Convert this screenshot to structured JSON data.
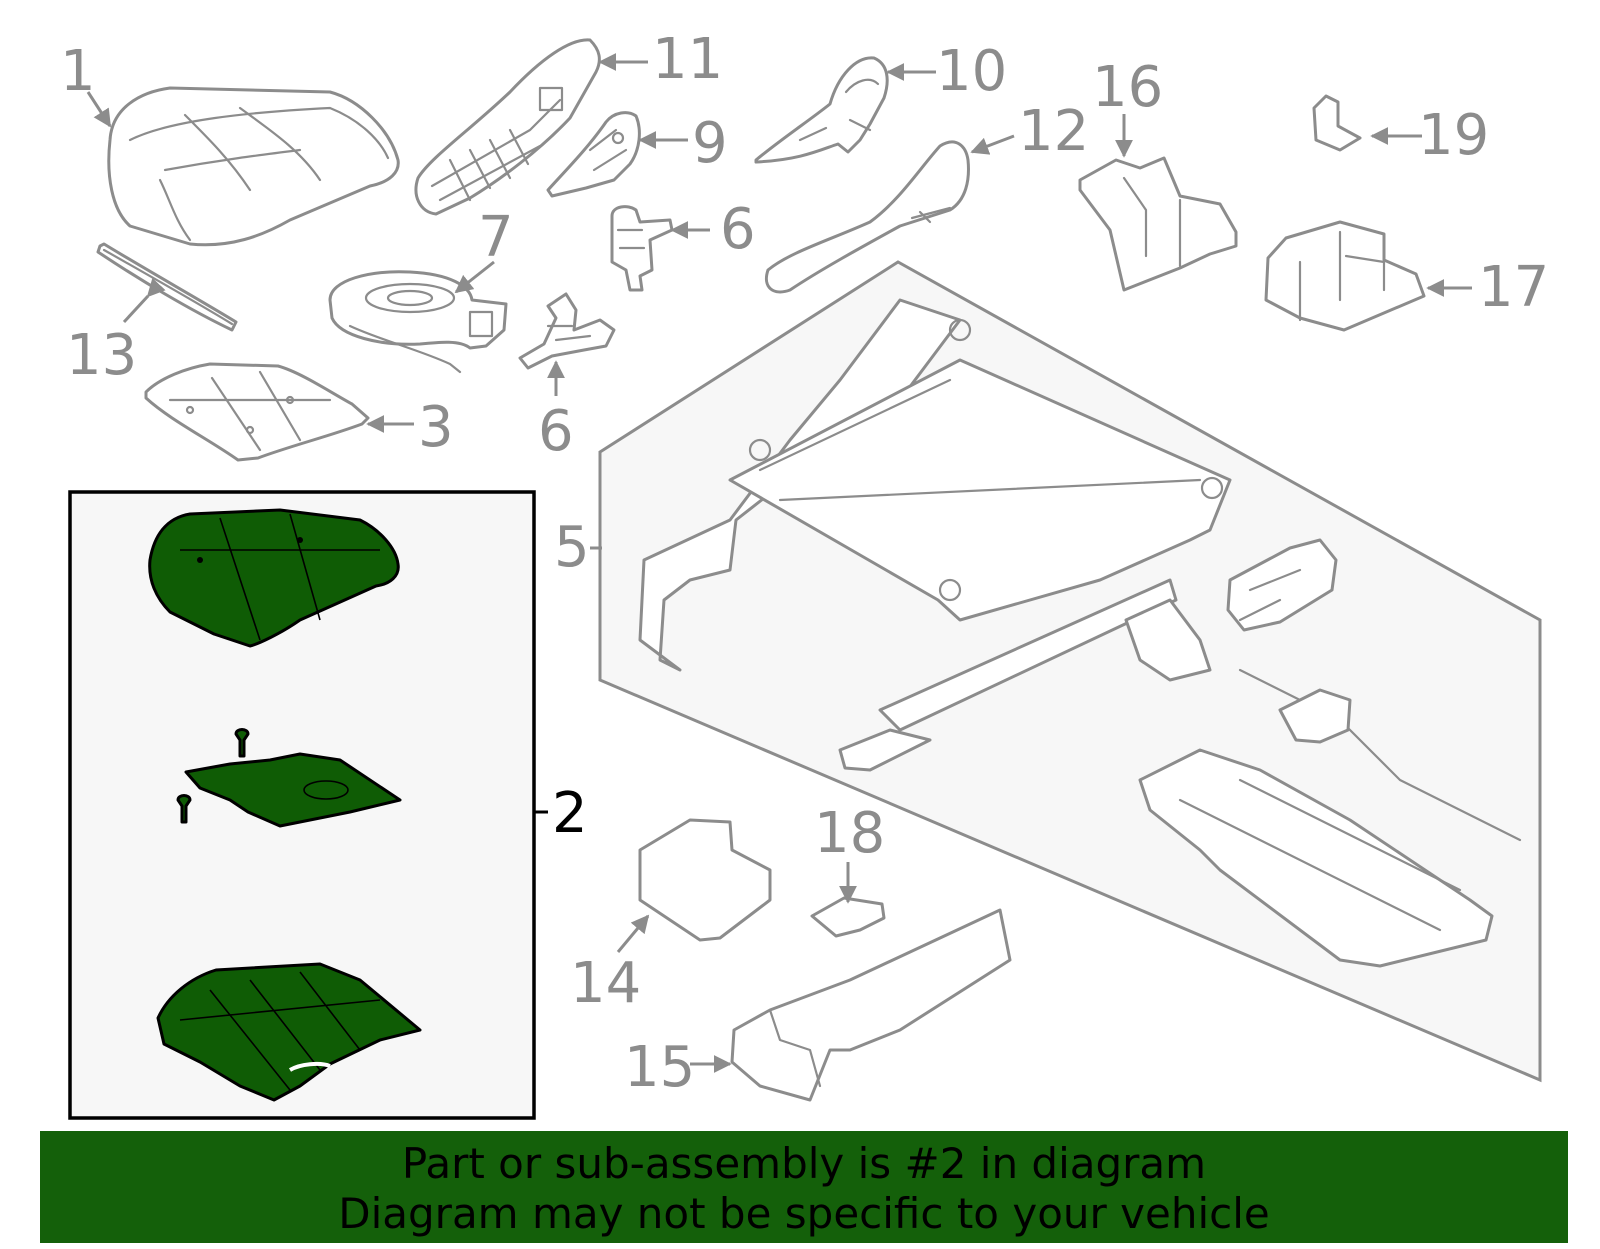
{
  "callouts": {
    "c1": "1",
    "c2": "2",
    "c3": "3",
    "c5": "5",
    "c6a": "6",
    "c6b": "6",
    "c7": "7",
    "c9": "9",
    "c10": "10",
    "c11": "11",
    "c12": "12",
    "c13": "13",
    "c14": "14",
    "c15": "15",
    "c16": "16",
    "c17": "17",
    "c18": "18",
    "c19": "19"
  },
  "banner": {
    "line1": "Part or sub-assembly is #2 in diagram",
    "line2": "Diagram may not be specific to your vehicle"
  },
  "colors": {
    "highlight": "#0f5c05",
    "banner_bg": "#14600a",
    "parts_stroke": "#8c8c8c",
    "panel_bg": "#f7f7f7"
  }
}
